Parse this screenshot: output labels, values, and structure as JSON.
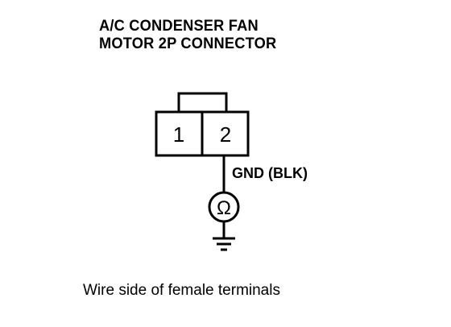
{
  "title": {
    "line1": "A/C CONDENSER FAN",
    "line2": "MOTOR 2P CONNECTOR"
  },
  "connector": {
    "terminal_1": "1",
    "terminal_2": "2"
  },
  "wire_label": "GND (BLK)",
  "meter_symbol": "Ω",
  "meter_icon": "ohmmeter-icon",
  "ground_icon": "ground-symbol-icon",
  "caption": "Wire side of female terminals"
}
